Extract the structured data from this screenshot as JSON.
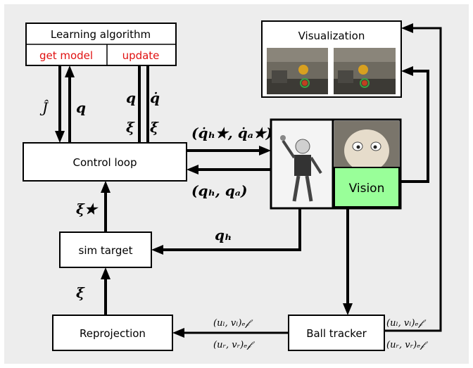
{
  "diagram": {
    "learning_algorithm": {
      "title": "Learning algorithm",
      "get_model": "get model",
      "update": "update"
    },
    "control_loop": "Control loop",
    "sim_target": "sim target",
    "reprojection": "Reprojection",
    "ball_tracker": "Ball tracker",
    "vision": "Vision",
    "visualization": "Visualization",
    "edge_labels": {
      "j_hat": "Ĵ",
      "q": "q",
      "q_dot": "q̇",
      "xi": "ξ",
      "xi_dot": "ξ̇",
      "qdot_target": "(q̇ₕ★, q̇ₐ★)",
      "q_h_q_a": "(qₕ, qₐ)",
      "xi_star": "ξ★",
      "q_h": "qₕ",
      "xi_left": "ξ",
      "ul_vl": "(uₗ, vₗ)ₑ𝒻",
      "ur_vr": "(uᵣ, vᵣ)ₑ𝒻",
      "ul_vl_right": "(uₗ, vₗ)ₑ𝒻",
      "ur_vr_right": "(uᵣ, vᵣ)ₑ𝒻"
    },
    "colors": {
      "background": "#ededed",
      "vision_fill": "#99ff99",
      "red_text": "#e01010"
    }
  }
}
